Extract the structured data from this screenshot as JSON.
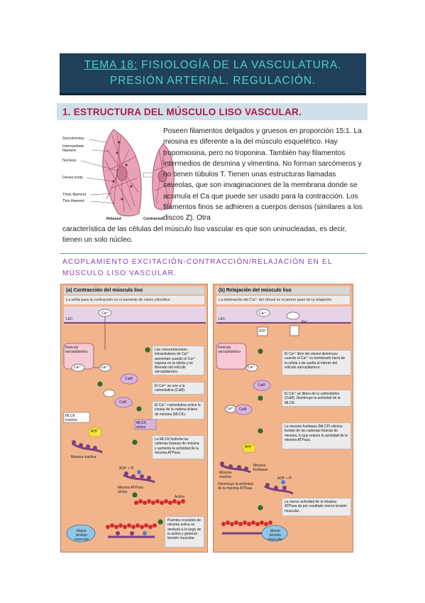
{
  "title": {
    "prefix": "TEMA 18:",
    "line1_rest": " FISIOLOGÍA DE LA VASCULATURA.",
    "line2": "PRESIÓN ARTERIAL. REGULACIÓN."
  },
  "section": {
    "heading": "1.  ESTRUCTURA DEL MÚSCULO LISO VASCULAR."
  },
  "figure_cell": {
    "labels": [
      "Sarcolemma",
      "Intermediate filament",
      "Nucleus",
      "Dense body",
      "Thick filament",
      "Thin filament"
    ],
    "relaxed": "Relaxed",
    "contracted": "Contracted"
  },
  "paragraph": {
    "right": "Poseen filamentos delgados y gruesos en proporción 15:1. La miosina es diferente a la del músculo esquelético. Hay tropomiosina, pero no troponina. También hay filamentos intermedios de desmina y vimentina. No forman sarcómeros y no tienen túbulos T. Tienen unas estructuras llamadas caveolas, que son invaginaciones de la membrana donde se acumula el Ca que puede ser usado para la contracción. Los filamentos finos se adhieren a cuerpos densos (similares a los discos Z). Otra",
    "full": "característica de las células del músculo liso vascular es que son uninucleadas, es decir, tienen un solo núcleo."
  },
  "subheading": "ACOPLAMIENTO EXCITACIÓN-CONTRACCIÓN/RELAJACIÓN EN EL MÚSCULO LISO VASCULAR.",
  "panel_a": {
    "title": "(a) Contracción del músculo liso",
    "subtitle": "La señal para la contracción es el aumento de calcio citosólico.",
    "lec": "LEC",
    "reticulo": "Retículo sarcoplásmico",
    "ca": "Ca²⁺",
    "cam": "CaM",
    "mlck_inactiva": "MLCK inactiva",
    "mlck_activa": "MLCK activa",
    "atp": "ATP",
    "miosina_inactiva": "Miosina inactiva",
    "adp_pi": "ADP + Pi",
    "miosina_activa": "Miosina ATPasa activa",
    "actina": "Actina",
    "mayor_tension": "Mayor tensión muscular",
    "notes": [
      "Las concentraciones intracelulares de Ca²⁺ aumentan cuando el Ca²⁺ ingresa en la célula y es liberado del retículo sarcoplásmico.",
      "El Ca²⁺ se une a la calmodulina (CaM).",
      "El Ca²⁺-calmodulina activa la cinasa de la cadena liviana de miosina (MLCK).",
      "La MLCK fosforila las cadenas livianas de miosina y aumenta la actividad de la miosina ATPasa.",
      "Puentes cruzados de miosina activa se deslizan a lo largo de la actina y generan tensión muscular."
    ]
  },
  "panel_b": {
    "title": "(b) Relajación del músculo liso",
    "subtitle": "La eliminación del Ca²⁺ del citosol es el primer paso de la relajación.",
    "lec": "LEC",
    "reticulo": "Retículo sarcoplásmico",
    "ca": "Ca²⁺",
    "na": "Na⁺",
    "atp": "ATP",
    "cam": "CaM",
    "miosina_inactiva": "Miosina inactiva",
    "fosfatasa": "Miosina fosfatasa",
    "disminuye": "Disminuye la actividad de la miosina ATPasa.",
    "adp_pi": "ADP + Pi",
    "menor_tension": "Menor tensión muscular",
    "notes": [
      "El Ca²⁺ libre del citosol disminuye cuando el Ca²⁺ es bombeado fuera de la célula o de vuelta al interior del retículo sarcoplásmico.",
      "El Ca²⁺ se libera de la calmodulina (CaM). Disminuye la actividad de la MLCK.",
      "La miosina fosfatasa (MLCP) elimina fosfato de las cadenas livianas de miosina, lo que reduce la actividad de la miosina ATPasa.",
      "La menor actividad de la miosina ATPasa da por resultado menor tensión muscular."
    ]
  },
  "colors": {
    "banner_bg": "#1f3f5b",
    "banner_text": "#4fd0c8",
    "section_bg": "#cfe0ea",
    "section_text": "#b1194b",
    "subheading_text": "#8a3fb0",
    "panel_bg": "#f2b48b"
  }
}
